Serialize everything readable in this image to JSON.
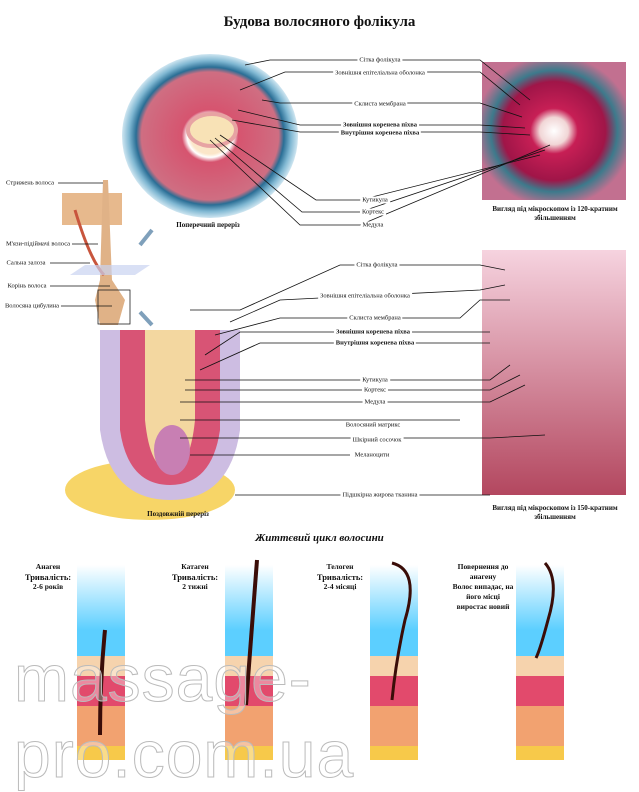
{
  "title": "Будова  волосяного фолікула",
  "cross_section": {
    "caption": "Поперечний переріз",
    "labels": [
      "Сітка фолікула",
      "Зовнішня епітеліальна оболонка",
      "Склиста мембрана",
      "Зовнішня коренева піхва",
      "Внутрішня коренева піхва",
      "Кутикула",
      "Кортекс",
      "Медула"
    ]
  },
  "micro_top_caption": [
    "Вигляд під мікроскопом із 120-кратним",
    "збільшенням"
  ],
  "overview_labels": [
    "Стрижень волоса",
    "М'язи-підіймачі волоса",
    "Сальна залоза",
    "Корінь волоса",
    "Волосяна цибулина"
  ],
  "longitudinal": {
    "caption": "Поздовжній переріз",
    "labels": [
      "Сітка фолікула",
      "Зовнішня епітеліальна оболонка",
      "Склиста мембрана",
      "Зовнішня коренева піхва",
      "Внутрішня коренева піхва",
      "Кутикула",
      "Кортекс",
      "Медула",
      "Волосяний матрикс",
      "Шкірний сосочок",
      "Меланоцити",
      "Підшкірна жирова тканина"
    ]
  },
  "micro_bottom_caption": [
    "Вигляд під мікроскопом із 150-кратним",
    "збільшенням"
  ],
  "life_cycle": {
    "title": "Життєвий цикл волосини",
    "phases": [
      {
        "name": "Анаген",
        "duration_label": "Тривалість:",
        "duration": "2-6 років"
      },
      {
        "name": "Катаген",
        "duration_label": "Тривалість:",
        "duration": "2 тижні"
      },
      {
        "name": "Телоген",
        "duration_label": "Тривалість:",
        "duration": "2-4 місяці"
      },
      {
        "name": "Повернення до анагену",
        "duration_label": "Волос випадає, на його місці",
        "duration": "виростає новий"
      }
    ]
  },
  "watermark": "massage-pro.com.ua",
  "colors": {
    "skin_blue": "#5ccfff",
    "dermis_pink": "#e24a6c",
    "tissue_orange": "#f2a270",
    "fat_yellow": "#f7c94a",
    "follicle_blue": "#3c87a8",
    "hair_dark": "#3a0d08"
  }
}
